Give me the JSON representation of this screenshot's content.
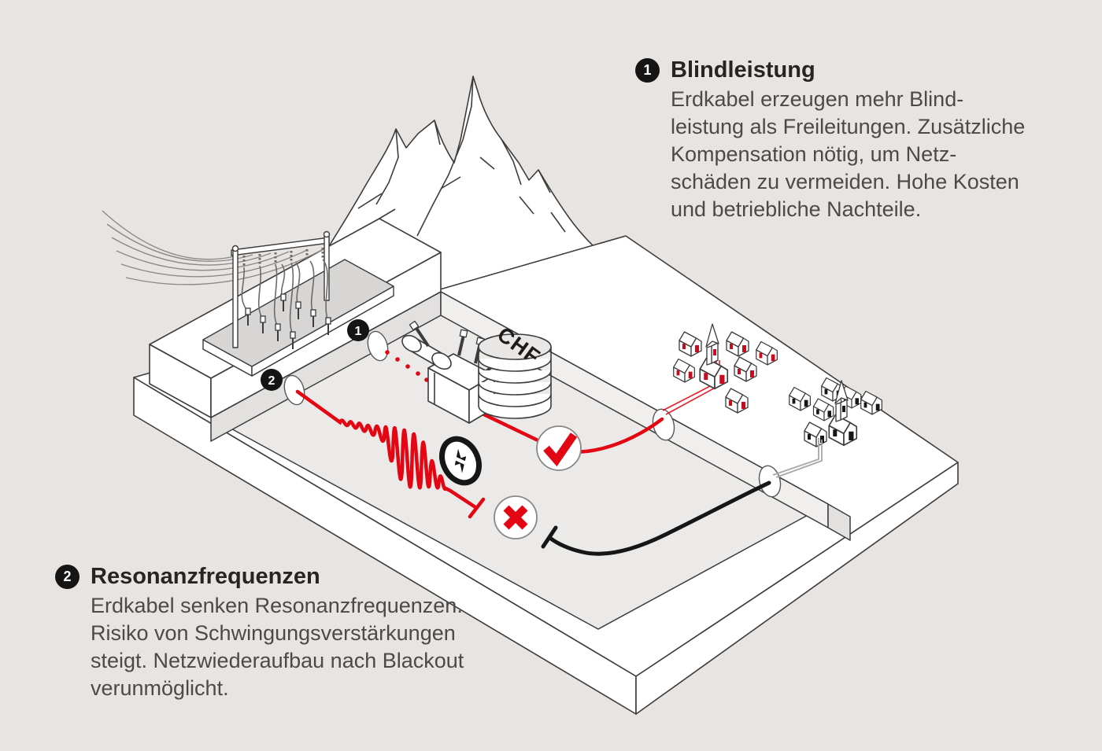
{
  "canvas": {
    "background": "#e8e4e1",
    "accent_red": "#e30613",
    "ink": "#3c3c3c",
    "badge_color": "#151515",
    "trench_floor": "#eceae8",
    "wall_dark": "#e2e1df",
    "platform_gray": "#d8d6d4"
  },
  "annotations": [
    {
      "marker": "1",
      "title": "Blindleistung",
      "lines": [
        "Erdkabel erzeugen mehr Blind-",
        "leistung als Freileitungen. Zusätzliche",
        "Kompensation nötig, um Netz-",
        "schäden zu vermeiden. Hohe Kosten",
        "und betriebliche Nachteile."
      ]
    },
    {
      "marker": "2",
      "title": "Resonanzfrequenzen",
      "lines": [
        "Erdkabel senken Resonanzfrequenzen.",
        "Risiko von Schwingungsverstärkungen",
        "steigt. Netzwiederaufbau nach Blackout",
        "verunmöglicht."
      ]
    }
  ],
  "diagram": {
    "chf_label": "CHF",
    "icons": {
      "success": "check-icon",
      "failure": "cross-icon",
      "blackout": "no-power-icon"
    },
    "scene": {
      "source": "overhead-lines-into-cable-terminal",
      "path_1": "underground-cable-with-compensation-to-village",
      "path_2": "underground-cable-resonance-blocked"
    }
  }
}
